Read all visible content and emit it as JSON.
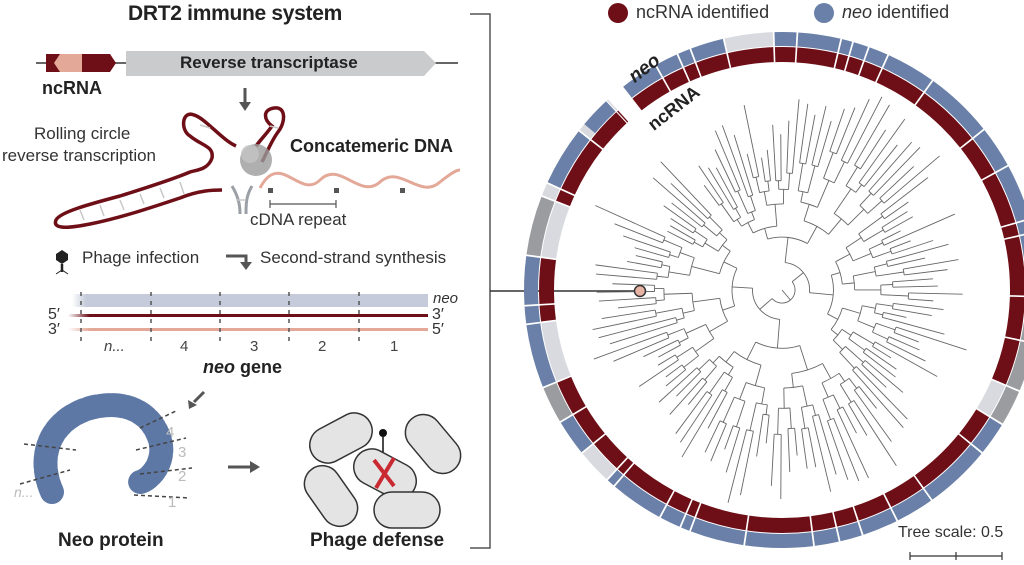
{
  "left_panel": {
    "title": "DRT2 immune system",
    "gene_bar": {
      "ncrna_label": "ncRNA",
      "rt_label": "Reverse transcriptase"
    },
    "rolling_circle_line1": "Rolling circle",
    "rolling_circle_line2": "reverse transcription",
    "concatemeric_label": "Concatemeric DNA",
    "cdna_repeat_label": "cDNA repeat",
    "phage_infection_label": "Phage infection",
    "second_strand_label": "Second-strand synthesis",
    "strands": {
      "neo_label": "neo",
      "top_left": "5′",
      "top_right": "3′",
      "bottom_left": "3′",
      "bottom_right": "5′",
      "segments": [
        "n...",
        "4",
        "3",
        "2",
        "1"
      ]
    },
    "neo_gene_label_italic": "neo",
    "neo_gene_label_rest": " gene",
    "protein": {
      "label": "Neo protein",
      "repeat_labels": [
        "4",
        "3",
        "2",
        "1",
        "n..."
      ]
    },
    "defense_label": "Phage defense"
  },
  "right_panel": {
    "legend": [
      {
        "label": "ncRNA identified",
        "italic_prefix": "",
        "color": "#6e0f17"
      },
      {
        "label": " identified",
        "italic_prefix": "neo",
        "color": "#6a80a8"
      }
    ],
    "ring_labels": {
      "outer": "neo",
      "inner": "ncRNA"
    },
    "tree_scale_label": "Tree scale: 0.5"
  },
  "colors": {
    "ncrna": "#6e0f17",
    "neo": "#6a80a8",
    "absent_light": "#d8dadf",
    "absent_dark": "#9a9ca0",
    "rt_gray": "#c9cbcd",
    "ncrna_pink": "#e3a898",
    "neo_band": "#c5cbdb"
  }
}
